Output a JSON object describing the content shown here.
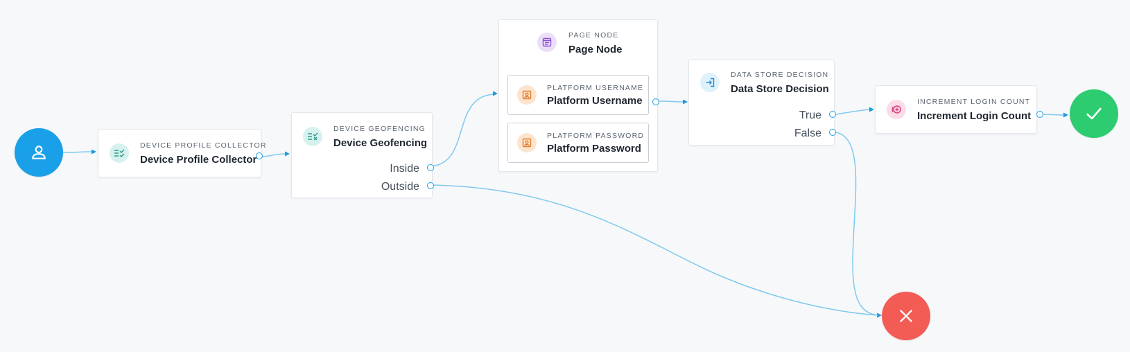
{
  "start": {
    "icon": "person-icon",
    "color": "#1aa0e8"
  },
  "nodes": {
    "device_profile": {
      "type": "DEVICE PROFILE COLLECTOR",
      "title": "Device Profile Collector",
      "icon": "list-check-icon"
    },
    "geofencing": {
      "type": "DEVICE GEOFENCING",
      "title": "Device Geofencing",
      "icon": "list-check-x-icon",
      "outcomes": [
        "Inside",
        "Outside"
      ]
    },
    "page_node": {
      "type": "PAGE NODE",
      "title": "Page Node",
      "icon": "page-icon",
      "children": [
        {
          "type": "PLATFORM USERNAME",
          "title": "Platform Username",
          "icon": "id-card-icon"
        },
        {
          "type": "PLATFORM PASSWORD",
          "title": "Platform Password",
          "icon": "id-card-icon"
        }
      ]
    },
    "data_store": {
      "type": "DATA STORE DECISION",
      "title": "Data Store Decision",
      "icon": "sign-in-icon",
      "outcomes": [
        "True",
        "False"
      ]
    },
    "increment": {
      "type": "INCREMENT LOGIN COUNT",
      "title": "Increment Login Count",
      "icon": "plus-circle-icon"
    }
  },
  "success": {
    "icon": "checkmark-icon",
    "color": "#2ecc71"
  },
  "failure": {
    "icon": "x-icon",
    "color": "#f25c54"
  }
}
